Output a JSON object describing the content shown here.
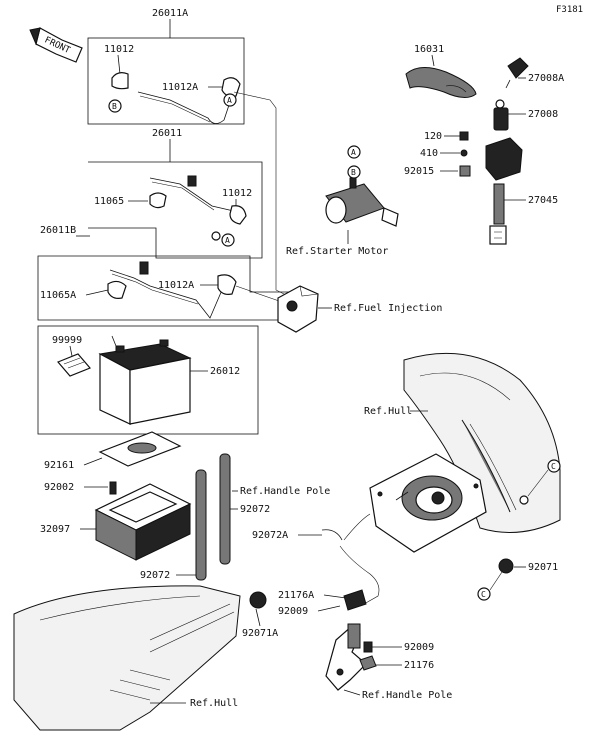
{
  "figure_code": "F3181",
  "front_label": "FRONT",
  "callouts": {
    "c26011A": "26011A",
    "c11012_top": "11012",
    "c11012A_top": "11012A",
    "c26011": "26011",
    "c11065": "11065",
    "c11012_mid": "11012",
    "c26011B": "26011B",
    "c11065A": "11065A",
    "c11012A_bot": "11012A",
    "c99999": "99999",
    "c26012": "26012",
    "c92161": "92161",
    "c92002": "92002",
    "c32097": "32097",
    "c92072_right": "92072",
    "c92072_left": "92072",
    "c92071A": "92071A",
    "c16031": "16031",
    "c27008A": "27008A",
    "c27008": "27008",
    "c120": "120",
    "c410": "410",
    "c92015": "92015",
    "c27045": "27045",
    "c92072A": "92072A",
    "c21176A": "21176A",
    "c92009_left": "92009",
    "c92009_right": "92009",
    "c21176": "21176",
    "c92071": "92071"
  },
  "references": {
    "starter_motor": "Ref.Starter Motor",
    "fuel_injection": "Ref.Fuel Injection",
    "hull_right": "Ref.Hull",
    "handle_pole_top": "Ref.Handle Pole",
    "handle_pole_bottom": "Ref.Handle Pole",
    "hull_bottom": "Ref.Hull"
  },
  "circle_tags": {
    "a_top": "A",
    "b_top": "B",
    "a_mid": "A",
    "a_starter": "A",
    "b_starter": "B",
    "c_hull": "C",
    "c_right": "C"
  }
}
